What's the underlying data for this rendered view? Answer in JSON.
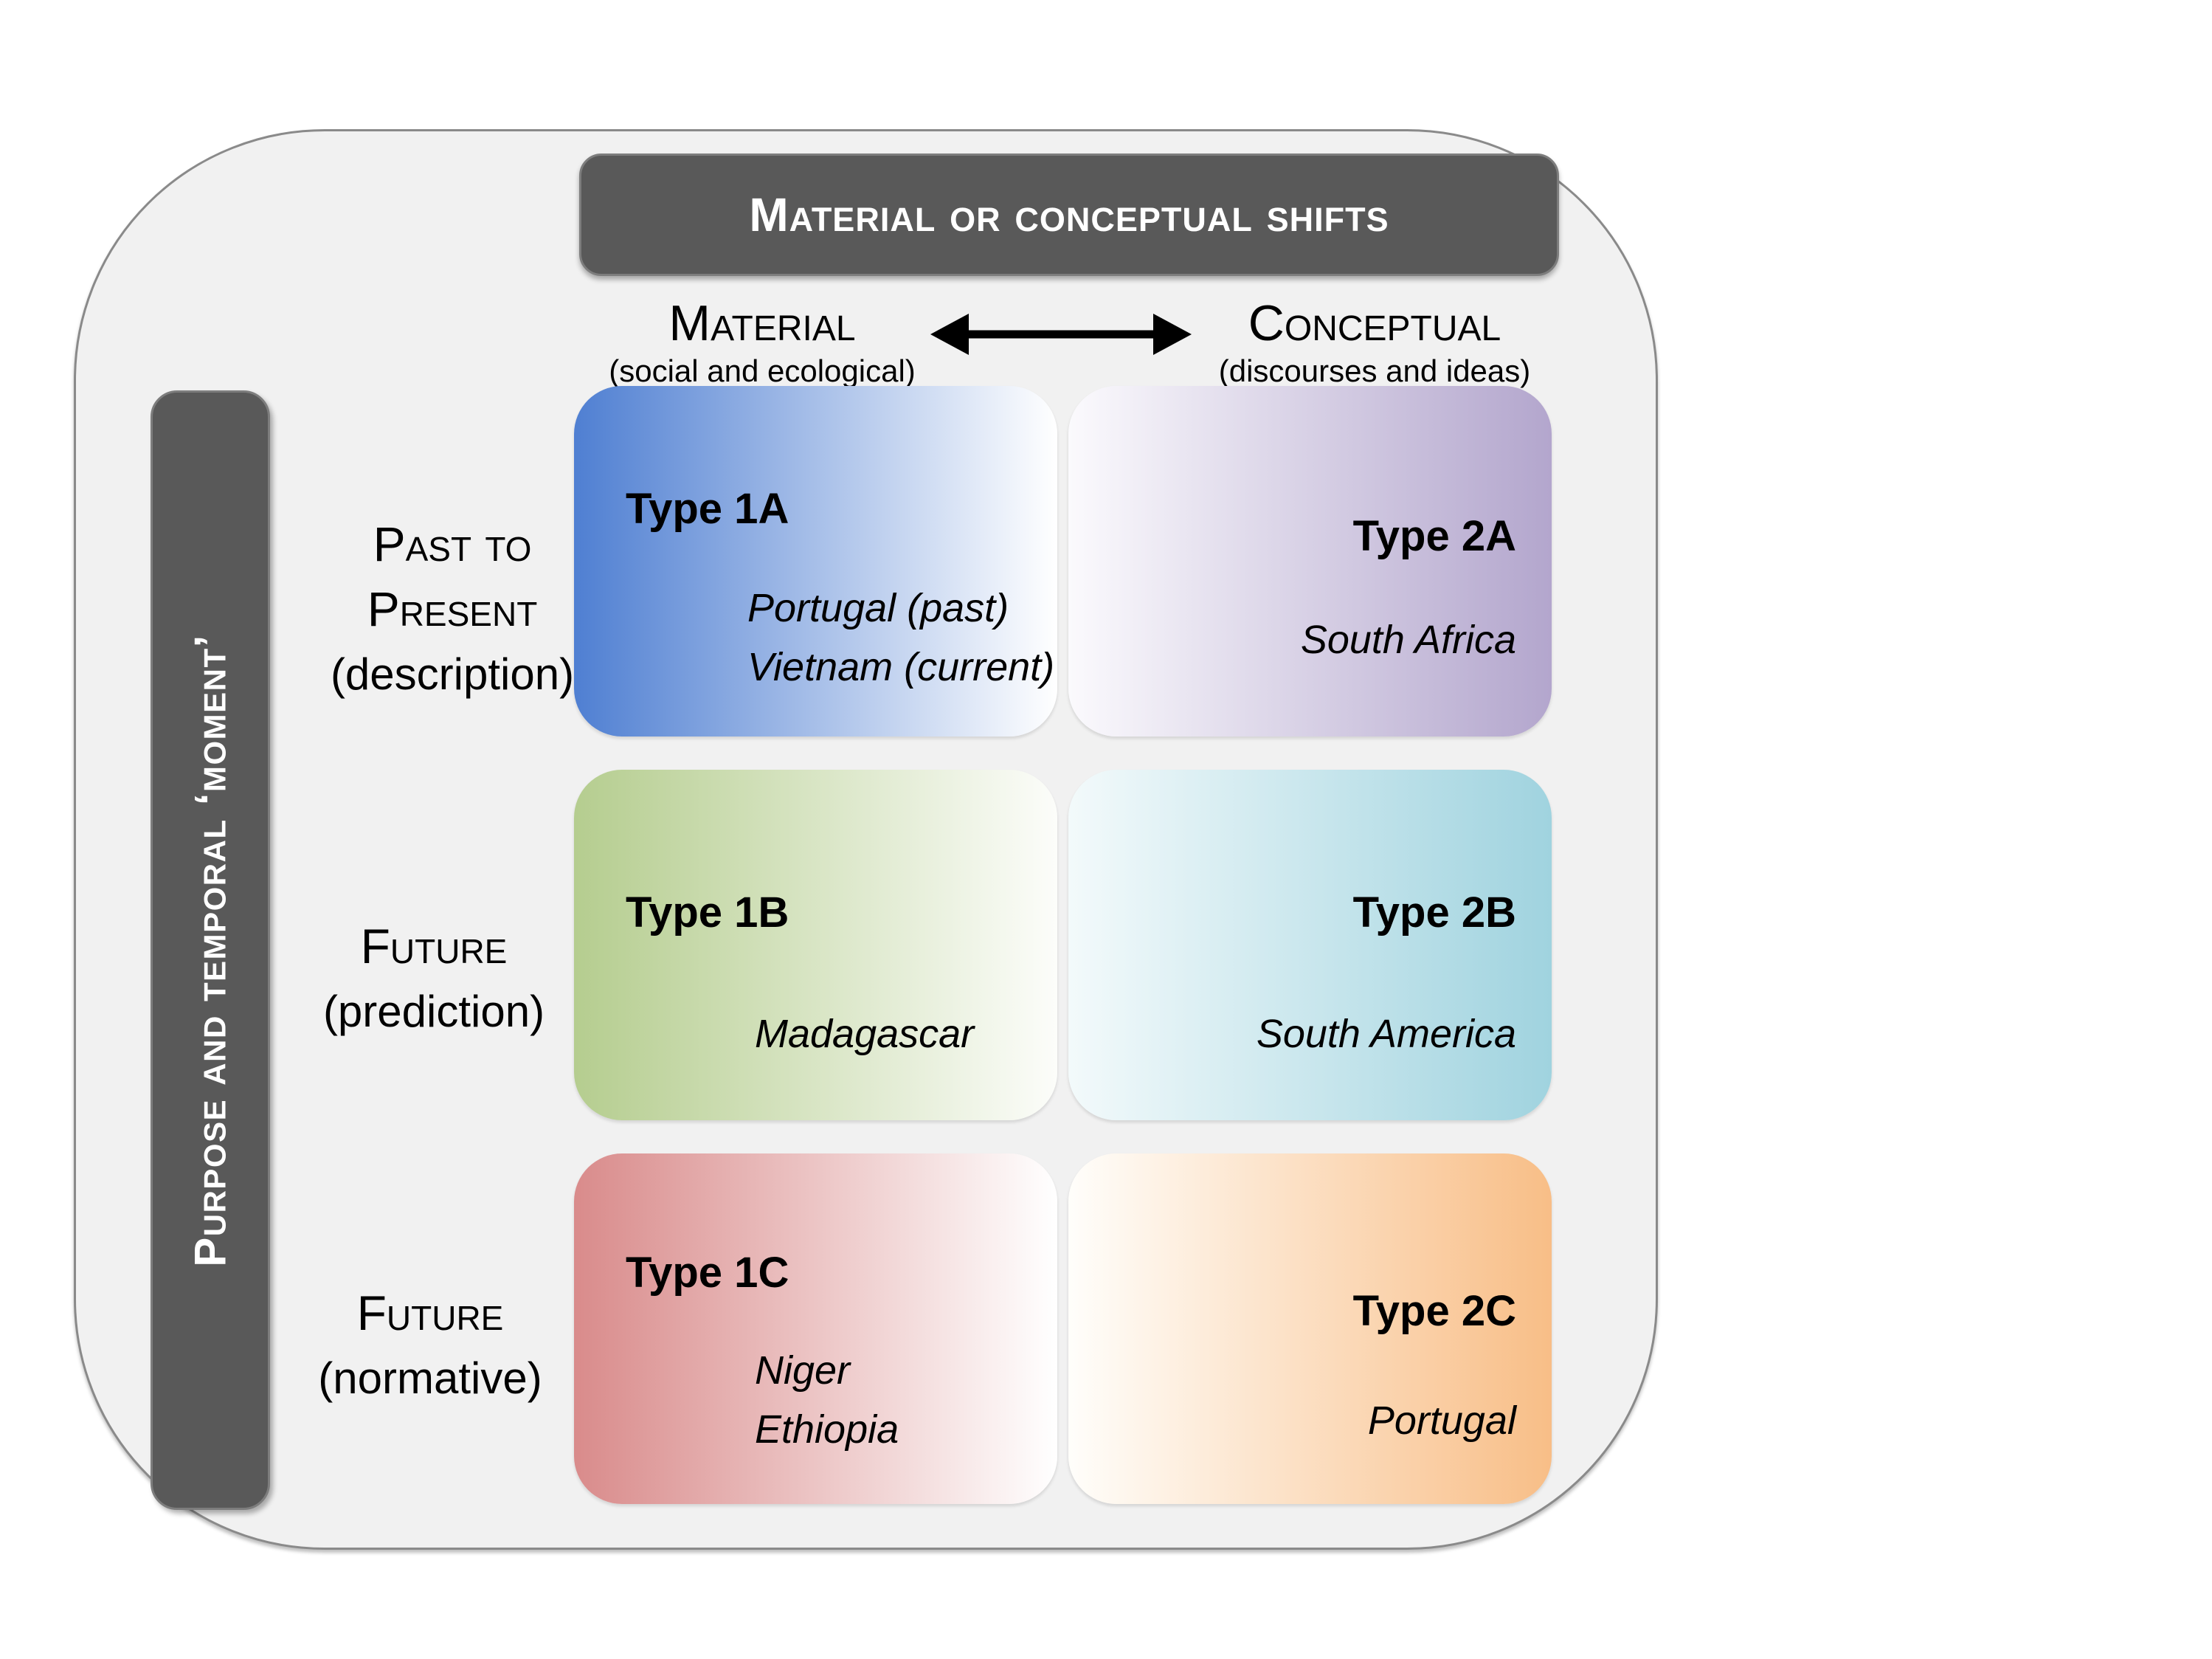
{
  "header": {
    "title": "Material or conceptual shifts"
  },
  "axes": {
    "x": {
      "columns": [
        {
          "label": "Material",
          "sublabel": "(social and ecological)"
        },
        {
          "label": "Conceptual",
          "sublabel": "(discourses and ideas)"
        }
      ],
      "arrow_icon": "left-right-arrow"
    },
    "y": {
      "label": "Purpose and temporal ‘moment’"
    }
  },
  "rows": [
    {
      "label_lines": [
        "Past to",
        "Present"
      ],
      "sublabel": "(description)"
    },
    {
      "label_lines": [
        "Future"
      ],
      "sublabel": "(prediction)"
    },
    {
      "label_lines": [
        "Future"
      ],
      "sublabel": "(normative)"
    }
  ],
  "cells": [
    {
      "id": "1A",
      "title": "Type 1A",
      "examples": [
        "Portugal (past)",
        "Vietnam (current)"
      ],
      "gradient": {
        "direction": "to right",
        "from": "#4f7fd2",
        "to": "#ffffff"
      }
    },
    {
      "id": "2A",
      "title": "Type 2A",
      "examples": [
        "South Africa"
      ],
      "gradient": {
        "direction": "to right",
        "from": "#fbfafd",
        "to": "#b3a6cd"
      }
    },
    {
      "id": "1B",
      "title": "Type 1B",
      "examples": [
        "Madagascar"
      ],
      "gradient": {
        "direction": "to right",
        "from": "#b5cd8f",
        "to": "#fcfdfa"
      }
    },
    {
      "id": "2B",
      "title": "Type 2B",
      "examples": [
        "South America"
      ],
      "gradient": {
        "direction": "to right",
        "from": "#f3fafb",
        "to": "#a0d3df"
      }
    },
    {
      "id": "1C",
      "title": "Type 1C",
      "examples": [
        "Niger",
        "Ethiopia"
      ],
      "gradient": {
        "direction": "to right",
        "from": "#d98b8b",
        "to": "#ffffff"
      }
    },
    {
      "id": "2C",
      "title": "Type 2C",
      "examples": [
        "Portugal"
      ],
      "gradient": {
        "direction": "to right",
        "from": "#fffefb",
        "to": "#f8be87"
      }
    }
  ],
  "colors": {
    "bar": "#595959",
    "bar_text": "#ffffff",
    "panel_bg": "#f1f1f1",
    "panel_border": "#8a8a8a",
    "arrow": "#000000"
  }
}
